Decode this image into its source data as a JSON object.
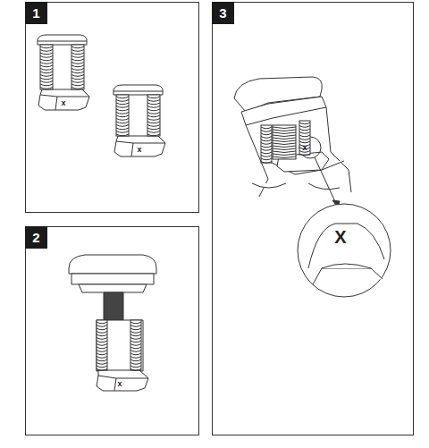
{
  "diagram": {
    "nodes": [
      {
        "text": [
          "1"
        ]
      },
      {
        "text": [
          "2"
        ]
      },
      {
        "text": [
          "3"
        ]
      }
    ],
    "labels": [
      "x",
      "x",
      "x",
      "x",
      "X"
    ]
  }
}
